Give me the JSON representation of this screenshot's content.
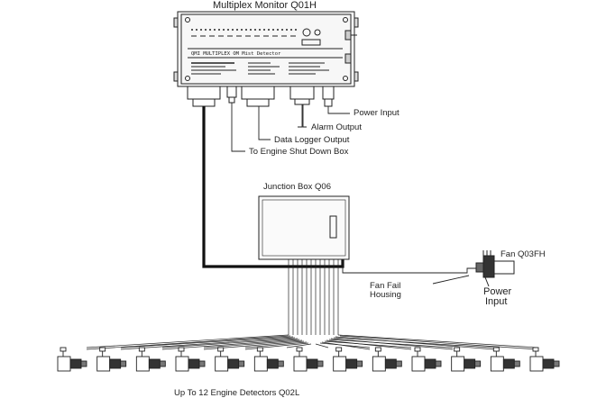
{
  "title": "Multiplex Monitor Q01H",
  "monitor": {
    "panel_text": "QMI MULTIPLEX     OM Mist Detector"
  },
  "labels": {
    "power_input": "Power Input",
    "alarm_output": "Alarm Output",
    "data_logger_output": "Data Logger Output",
    "engine_shutdown": "To Engine Shut Down Box",
    "junction_box": "Junction Box Q06",
    "fan": "Fan Q03FH",
    "fan_fail_line1": "Fan Fail",
    "fan_fail_line2": "Housing",
    "fan_power_line1": "Power",
    "fan_power_line2": "Input",
    "detectors": "Up To 12 Engine Detectors Q02L"
  },
  "detector_count": 13,
  "colors": {
    "line": "#222222",
    "cable": "#111111",
    "background": "#ffffff"
  }
}
